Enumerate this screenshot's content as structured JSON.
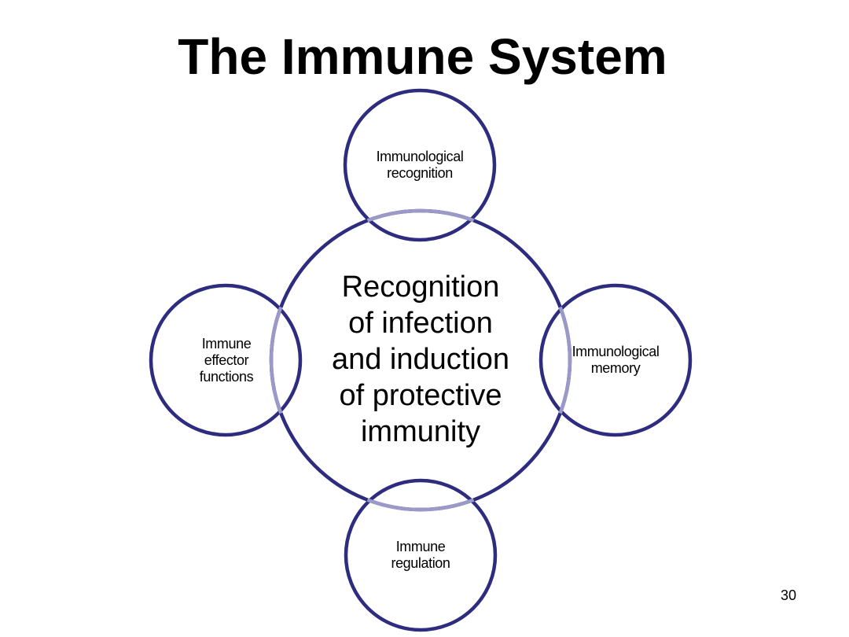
{
  "slide": {
    "title": "The Immune System",
    "page_number": "30"
  },
  "diagram": {
    "center": {
      "lines": [
        "Recognition",
        "of infection",
        "and induction",
        "of protective",
        "immunity"
      ]
    },
    "nodes": {
      "top": {
        "lines": [
          "Immunological",
          "recognition"
        ]
      },
      "right": {
        "lines": [
          "Immunological",
          "memory"
        ]
      },
      "bottom": {
        "lines": [
          "Immune",
          "regulation"
        ]
      },
      "left": {
        "lines": [
          "Immune",
          "effector",
          "functions"
        ]
      }
    }
  },
  "colors": {
    "outline": "#2e2c7e",
    "overlap_arc": "#9a99c8",
    "text": "#000000",
    "background": "#ffffff"
  }
}
